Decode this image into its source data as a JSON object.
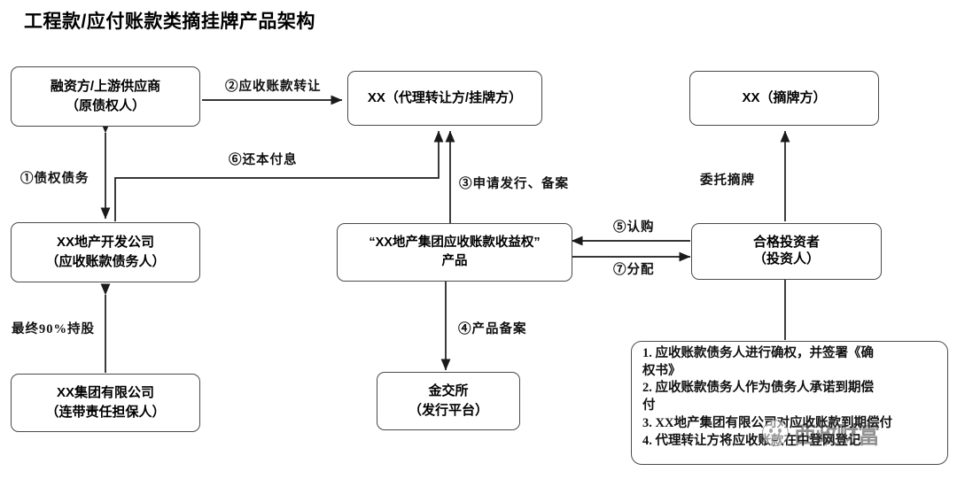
{
  "title": "工程款/应付账款类摘挂牌产品架构",
  "nodes": {
    "financier": {
      "line1": "融资方/上游供应商",
      "line2": "（原债权人）"
    },
    "agent": {
      "line1": "XX（代理转让方/挂牌方）",
      "line2": ""
    },
    "bidder": {
      "line1": "XX（摘牌方）",
      "line2": ""
    },
    "developer": {
      "line1": "XX地产开发公司",
      "line2": "（应收账款债务人）"
    },
    "product": {
      "line1": "“XX地产集团应收账款收益权”",
      "line2": "产品"
    },
    "investor": {
      "line1": "合格投资者",
      "line2": "（投资人）"
    },
    "group": {
      "line1": "XX集团有限公司",
      "line2": "（连带责任担保人）"
    },
    "exchange": {
      "line1": "金交所",
      "line2": "（发行平台）"
    }
  },
  "edges": {
    "e1": "①债权债务",
    "e2": "②应收账款转让",
    "e3": "③申请发行、备案",
    "e4": "④产品备案",
    "e5": "⑤认购",
    "e6": "⑥还本付息",
    "e7": "⑦分配",
    "holding": "最终90%持股",
    "entrust": "委托摘牌"
  },
  "note": {
    "items": [
      "1. 应收账款债务人进行确权，并签署《确",
      "权书》",
      "2. 应收账款债务人作为债务人承诺到期偿",
      "付",
      "3. XX地产集团有限公司对应收账款到期偿付",
      "4. 代理转让方将应收账款在中登网登记"
    ]
  },
  "watermark": {
    "text": "西政财富",
    "icon": "smiley-face-icon"
  },
  "colors": {
    "stroke": "#4a4a4a",
    "line": "#1a1a1a",
    "text": "#000000",
    "background": "#ffffff"
  }
}
